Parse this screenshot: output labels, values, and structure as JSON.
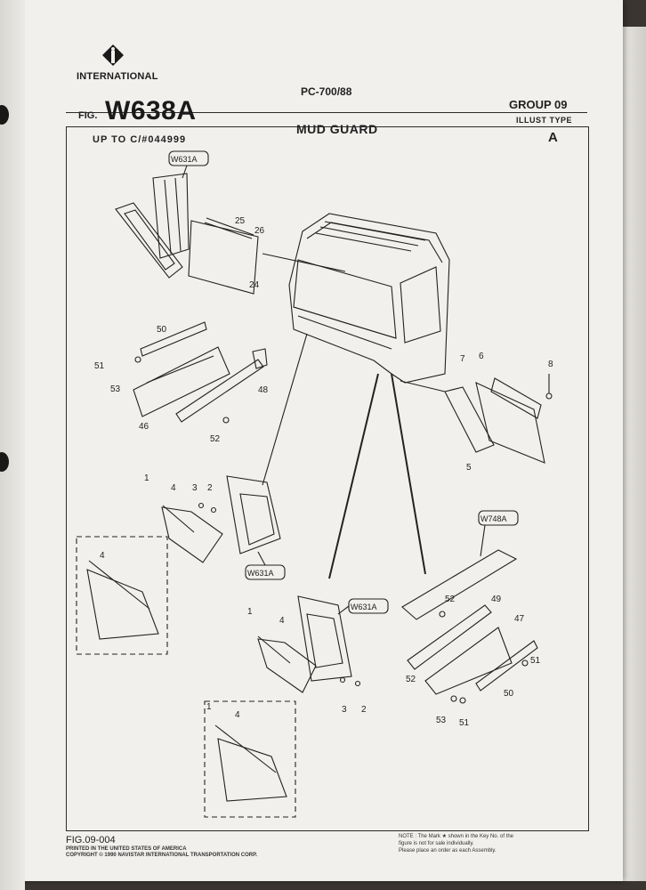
{
  "header": {
    "brand": "INTERNATIONAL",
    "catalog": "PC-700/88",
    "group": "GROUP 09",
    "illust_type_label": "ILLUST TYPE",
    "illust_type_value": "A",
    "fig_prefix": "FIG.",
    "fig_number": "W638A",
    "title": "MUD GUARD",
    "serial_note": "UP TO C/#044999"
  },
  "callouts": {
    "ref_w631a": "W631A",
    "ref_w748a": "W748A",
    "n1": "1",
    "n2": "2",
    "n3": "3",
    "n4": "4",
    "n5": "5",
    "n6": "6",
    "n7": "7",
    "n8": "8",
    "n24": "24",
    "n25": "25",
    "n26": "26",
    "n46": "46",
    "n47": "47",
    "n48": "48",
    "n49": "49",
    "n50": "50",
    "n51": "51",
    "n52": "52",
    "n53": "53"
  },
  "footer": {
    "fig_code": "FIG.09-004",
    "printed_line1": "PRINTED IN THE UNITED STATES OF AMERICA",
    "printed_line2": "COPYRIGHT © 1990 NAVISTAR INTERNATIONAL TRANSPORTATION CORP.",
    "note_line1": "NOTE : The Mark ★ shown in the Key No. of the",
    "note_line2": "figure is not for sale individually.",
    "note_line3": "Please place an order as each Assembly."
  },
  "colors": {
    "paper": "#f1f0ed",
    "ink": "#222222"
  }
}
